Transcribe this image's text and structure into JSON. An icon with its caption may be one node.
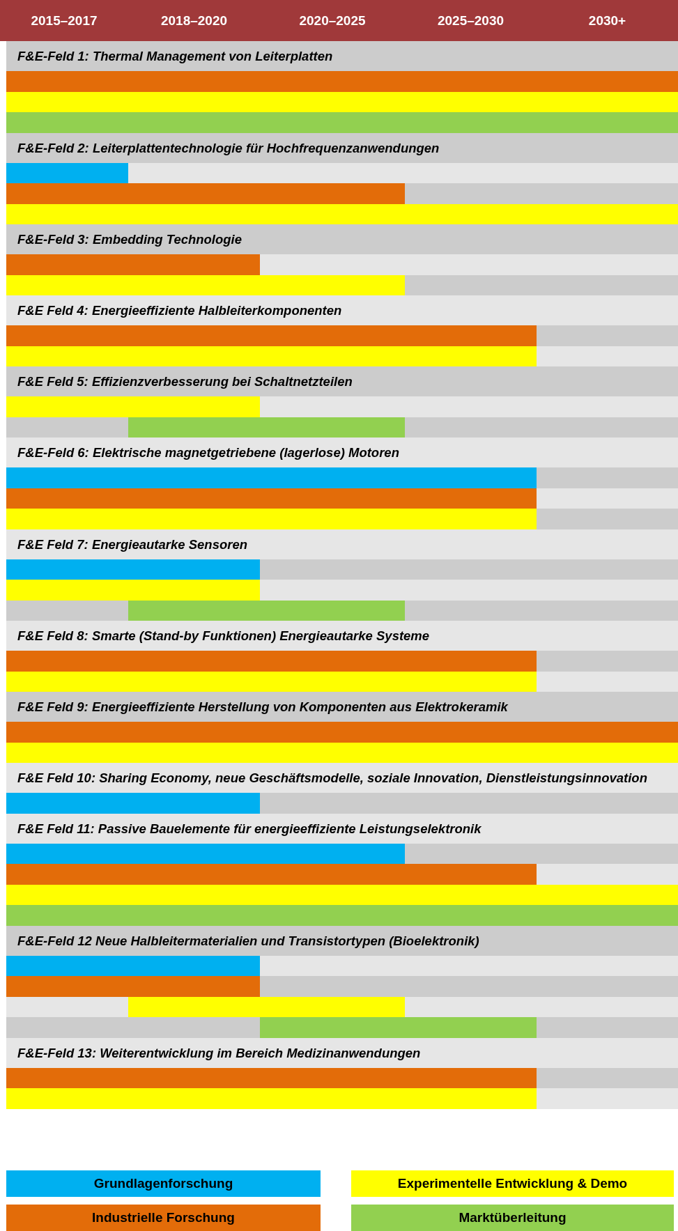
{
  "diagram": {
    "nodes": [
      {
        "text": [
          "F&E-Feld 1: Thermal Management von Leiterplatten"
        ]
      },
      {
        "text": [],
        "shape": "bar"
      },
      {
        "text": [],
        "shape": "bar"
      },
      {
        "text": [],
        "shape": "bar"
      },
      {
        "text": [
          "F&E-Feld 2: Leiterplattentechnologie für Hochfrequenzanwendungen"
        ]
      },
      {
        "text": [],
        "shape": "bar"
      },
      {
        "text": [],
        "shape": "bar"
      },
      {
        "text": [],
        "shape": "bar"
      },
      {
        "text": [
          "F&E-Feld 3: Embedding Technologie"
        ]
      },
      {
        "text": [],
        "shape": "bar"
      },
      {
        "text": [],
        "shape": "bar"
      },
      {
        "text": [
          "F&E Feld 4: Energieeffiziente Halbleiterkomponenten"
        ]
      },
      {
        "text": [],
        "shape": "bar"
      },
      {
        "text": [],
        "shape": "bar"
      },
      {
        "text": [
          "F&E Feld 5: Effizienzverbesserung bei Schaltnetzteilen"
        ]
      },
      {
        "text": [],
        "shape": "bar"
      },
      {
        "text": [],
        "shape": "bar"
      },
      {
        "text": [
          "F&E-Feld 6: Elektrische magnetgetriebene (lagerlose) Motoren"
        ]
      },
      {
        "text": [],
        "shape": "bar"
      },
      {
        "text": [],
        "shape": "bar"
      },
      {
        "text": [],
        "shape": "bar"
      },
      {
        "text": [
          "F&E Feld 7: Energieautarke Sensoren"
        ]
      },
      {
        "text": [],
        "shape": "bar"
      },
      {
        "text": [],
        "shape": "bar"
      },
      {
        "text": [],
        "shape": "bar"
      },
      {
        "text": [
          "F&E Feld 8: Smarte (Stand-by Funktionen) Energieautarke Systeme"
        ]
      },
      {
        "text": [],
        "shape": "bar"
      },
      {
        "text": [],
        "shape": "bar"
      },
      {
        "text": [
          "F&E Feld 9: Energieeffiziente Herstellung von Komponenten aus Elektrokeramik"
        ]
      },
      {
        "text": [],
        "shape": "bar"
      },
      {
        "text": [],
        "shape": "bar"
      },
      {
        "text": [
          "F&E Feld 10: Sharing Economy, neue Geschäftsmodelle, soziale Innovation, Dienstleistungsinnovation"
        ]
      },
      {
        "text": [],
        "shape": "bar"
      },
      {
        "text": [
          "F&E Feld 11: Passive Bauelemente für energieeffiziente Leistungselektronik"
        ]
      },
      {
        "text": [],
        "shape": "bar"
      },
      {
        "text": [],
        "shape": "bar"
      },
      {
        "text": [],
        "shape": "bar"
      },
      {
        "text": [],
        "shape": "bar"
      },
      {
        "text": [
          "F&E-Feld 12 Neue Halbleitermaterialien und Transistortypen (Bioelektronik)"
        ]
      },
      {
        "text": [],
        "shape": "bar"
      },
      {
        "text": [],
        "shape": "bar"
      },
      {
        "text": [],
        "shape": "bar"
      },
      {
        "text": [],
        "shape": "bar"
      },
      {
        "text": [
          "F&E-Feld 13: Weiterentwicklung im Bereich Medizinanwendungen"
        ]
      },
      {
        "text": [],
        "shape": "bar"
      },
      {
        "text": [],
        "shape": "bar"
      }
    ],
    "labels": [
      "2015–2017",
      "2018–2020",
      "2020–2025",
      "2025–2030",
      "2030+"
    ],
    "legend": [
      {
        "text": "Grundlagenforschung",
        "color": "#00b0f0"
      },
      {
        "text": "Experimentelle Entwicklung & Demo",
        "color": "#ffff00"
      },
      {
        "text": "Industrielle Forschung",
        "color": "#e36c09"
      },
      {
        "text": "Marktüberleitung",
        "color": "#92d050"
      }
    ]
  }
}
